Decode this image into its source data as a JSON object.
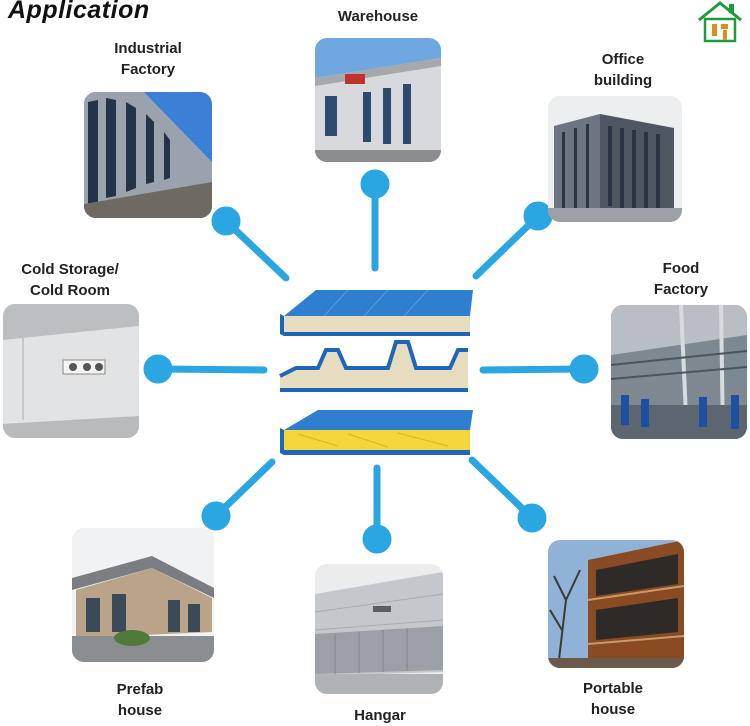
{
  "title": "Application",
  "colors": {
    "connector": "#2aa6e3",
    "panel_blue": "#1f66b8",
    "core_yellow": "#f2d63a",
    "logo_green": "#1f9a3c",
    "logo_orange": "#e38a1c"
  },
  "logo": {
    "icon": "house-logo-icon"
  },
  "center": {
    "panels": [
      "flat-rib-sandwich-panel",
      "trapezoid-roof-sandwich-panel",
      "glasswool-core-sandwich-panel"
    ]
  },
  "applications": [
    {
      "id": "warehouse",
      "label": "Warehouse"
    },
    {
      "id": "industrial-factory",
      "label": "Industrial\nFactory"
    },
    {
      "id": "office-building",
      "label": "Office\nbuilding"
    },
    {
      "id": "cold-storage",
      "label": "Cold Storage/\nCold Room"
    },
    {
      "id": "food-factory",
      "label": "Food\nFactory"
    },
    {
      "id": "prefab-house",
      "label": "Prefab\nhouse"
    },
    {
      "id": "hangar",
      "label": "Hangar"
    },
    {
      "id": "portable-house",
      "label": "Portable\nhouse"
    }
  ]
}
